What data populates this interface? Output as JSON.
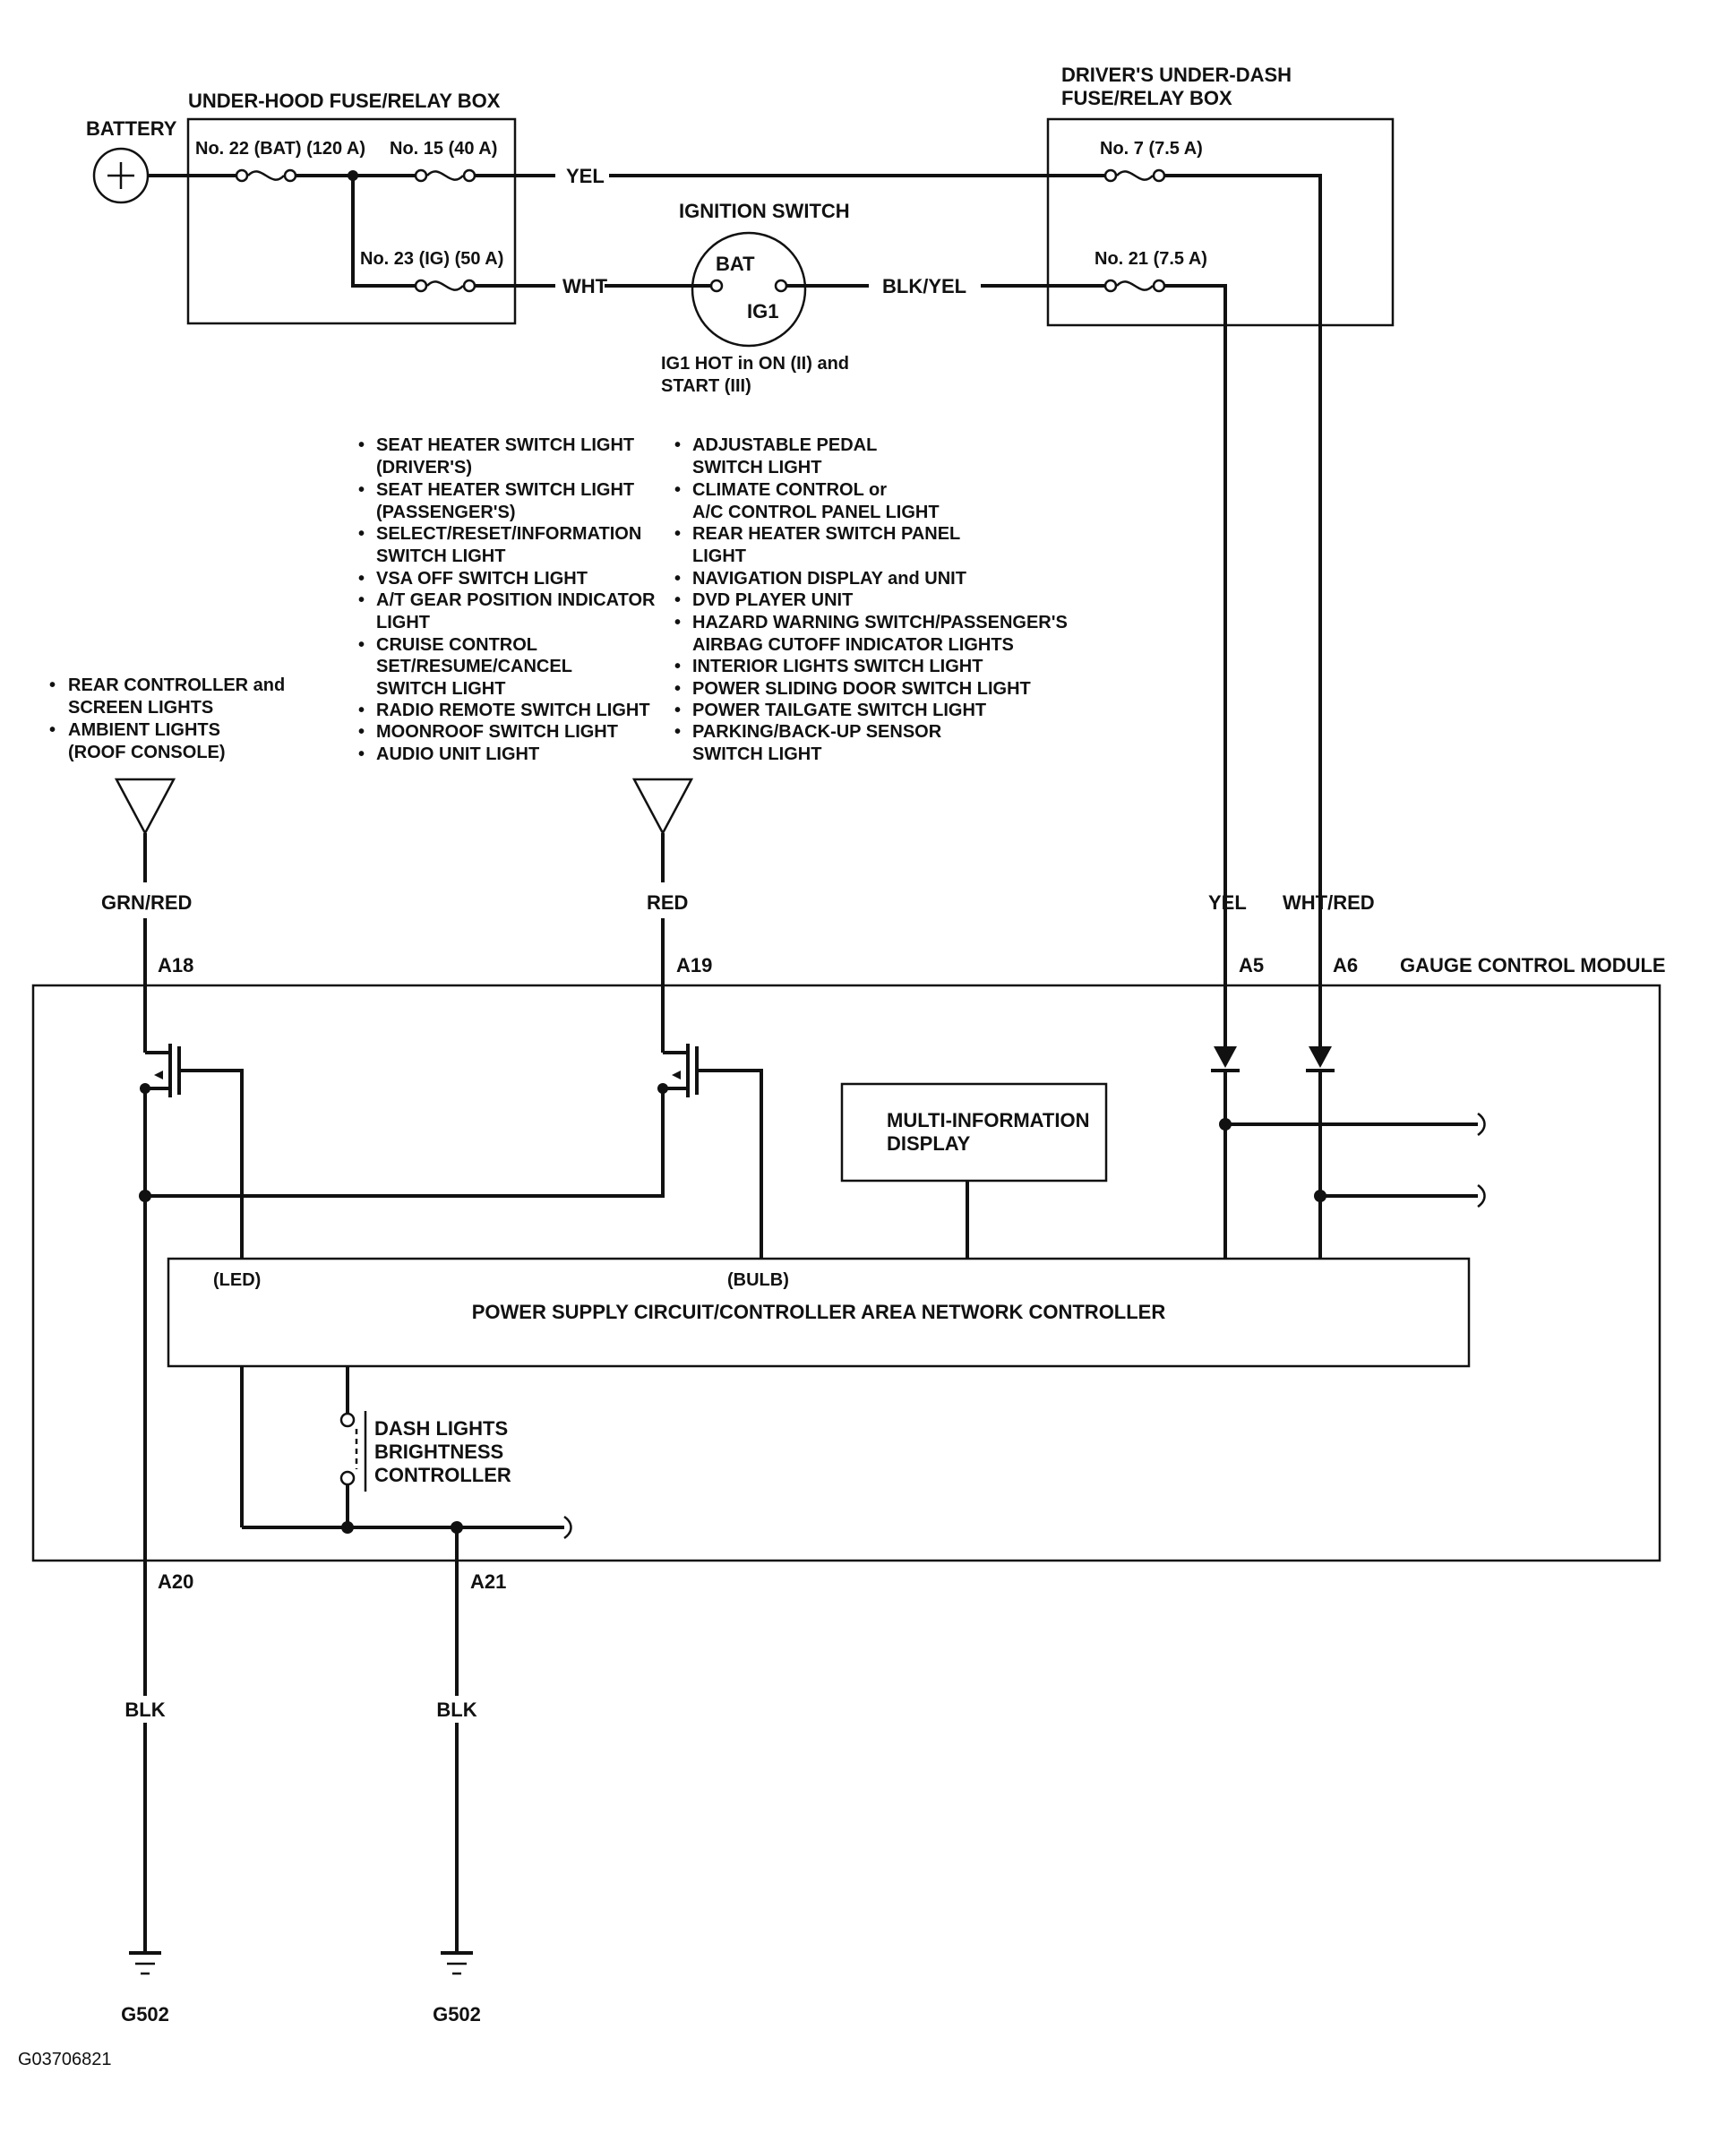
{
  "underhood_box": {
    "title": "UNDER-HOOD FUSE/RELAY BOX",
    "fuse22": "No. 22 (BAT) (120 A)",
    "fuse15": "No. 15 (40 A)",
    "fuse23": "No. 23 (IG) (50 A)"
  },
  "battery_label": "BATTERY",
  "underdash_box": {
    "title_line1": "DRIVER'S UNDER-DASH",
    "title_line2": "FUSE/RELAY BOX",
    "fuse7": "No. 7 (7.5 A)",
    "fuse21": "No. 21 (7.5 A)"
  },
  "ignition": {
    "title": "IGNITION SWITCH",
    "bat": "BAT",
    "ig1": "IG1",
    "note_line1": "IG1 HOT in ON (II) and",
    "note_line2": "START (III)"
  },
  "wires": {
    "yel_top": "YEL",
    "wht": "WHT",
    "blk_yel": "BLK/YEL",
    "grn_red": "GRN/RED",
    "red": "RED",
    "yel": "YEL",
    "wht_red": "WHT/RED",
    "blk_left": "BLK",
    "blk_right": "BLK"
  },
  "left_loads": [
    "REAR CONTROLLER and",
    "SCREEN LIGHTS",
    "AMBIENT LIGHTS",
    "(ROOF CONSOLE)"
  ],
  "middle_loads": [
    "SEAT HEATER SWITCH LIGHT",
    "(DRIVER'S)",
    "SEAT HEATER SWITCH LIGHT",
    "(PASSENGER'S)",
    "SELECT/RESET/INFORMATION",
    "SWITCH LIGHT",
    "VSA OFF SWITCH LIGHT",
    "A/T GEAR POSITION INDICATOR",
    "LIGHT",
    "CRUISE CONTROL",
    "SET/RESUME/CANCEL",
    "SWITCH LIGHT",
    "RADIO REMOTE SWITCH LIGHT",
    "MOONROOF SWITCH LIGHT",
    "AUDIO UNIT LIGHT"
  ],
  "right_loads": [
    "ADJUSTABLE PEDAL",
    "SWITCH LIGHT",
    "CLIMATE CONTROL or",
    "A/C CONTROL PANEL LIGHT",
    "REAR HEATER SWITCH PANEL",
    "LIGHT",
    "NAVIGATION DISPLAY and UNIT",
    "DVD PLAYER UNIT",
    "HAZARD WARNING SWITCH/PASSENGER'S",
    "AIRBAG CUTOFF INDICATOR LIGHTS",
    "INTERIOR LIGHTS SWITCH LIGHT",
    "POWER SLIDING DOOR SWITCH LIGHT",
    "POWER TAILGATE SWITCH LIGHT",
    "PARKING/BACK-UP SENSOR",
    "SWITCH LIGHT"
  ],
  "pins": {
    "a18": "A18",
    "a19": "A19",
    "a5": "A5",
    "a6": "A6",
    "a20": "A20",
    "a21": "A21"
  },
  "module": {
    "title": "GAUGE CONTROL MODULE",
    "mid_line1": "MULTI-INFORMATION",
    "mid_line2": "DISPLAY",
    "led": "(LED)",
    "bulb": "(BULB)",
    "controller": "POWER SUPPLY CIRCUIT/CONTROLLER AREA NETWORK CONTROLLER",
    "dash_line1": "DASH LIGHTS",
    "dash_line2": "BRIGHTNESS",
    "dash_line3": "CONTROLLER"
  },
  "grounds": {
    "left": "G502",
    "right": "G502"
  },
  "figure_id": "G03706821"
}
